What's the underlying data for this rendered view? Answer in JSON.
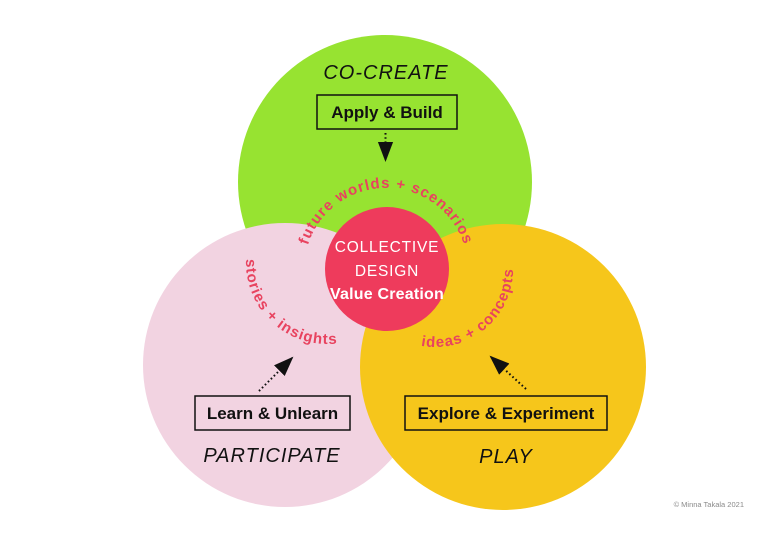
{
  "colors": {
    "background": "#ffffff",
    "cocreate_green": "#97E331",
    "participate_pink": "#F2D3E1",
    "play_yellow": "#F6C61B",
    "center_red": "#EE3B5C",
    "arc_text_red": "#E8435F",
    "copyright_gray": "#8a8a8a"
  },
  "circles": {
    "cocreate": {
      "label": "CO-CREATE",
      "action": "Apply & Build"
    },
    "participate": {
      "label": "PARTICIPATE",
      "action": "Learn & Unlearn"
    },
    "play": {
      "label": "PLAY",
      "action": "Explore & Experiment"
    }
  },
  "center": {
    "line1": "COLLECTIVE",
    "line2": "DESIGN",
    "line3": "Value Creation"
  },
  "arc_labels": {
    "top": "future worlds + scenarios",
    "left": "stories + insights",
    "right": "ideas + concepts"
  },
  "copyright": "© Minna Takala 2021"
}
